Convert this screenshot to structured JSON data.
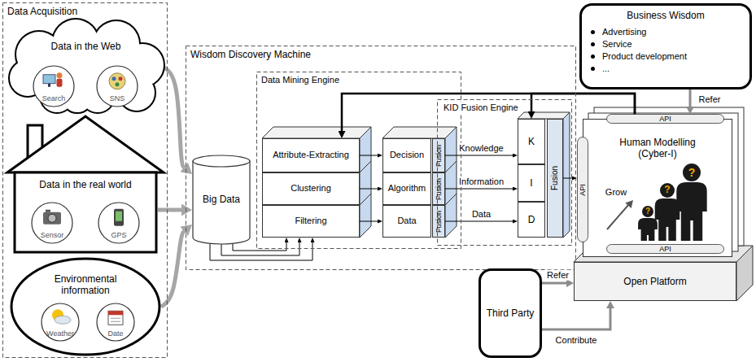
{
  "diagram": {
    "nodes": [
      {
        "text": [
          "Data Acquisition"
        ]
      },
      {
        "text": [
          "Data in the Web"
        ],
        "in": 0
      },
      {
        "text": [
          "Search"
        ],
        "in": 1
      },
      {
        "text": [
          "SNS"
        ],
        "in": 1
      },
      {
        "text": [
          "Data in the real world"
        ],
        "in": 0
      },
      {
        "text": [
          "Sensor"
        ],
        "in": 4
      },
      {
        "text": [
          "GPS"
        ],
        "in": 4
      },
      {
        "text": [
          "Environmental information"
        ],
        "in": 0
      },
      {
        "text": [
          "Weather"
        ],
        "in": 7
      },
      {
        "text": [
          "Date"
        ],
        "in": 7
      },
      {
        "text": [
          "Wisdom Discovery Machine"
        ]
      },
      {
        "text": [
          "Big Data"
        ],
        "in": 10
      },
      {
        "text": [
          "Data Mining Engine"
        ],
        "in": 10
      },
      {
        "text": [
          "Attribute-Extracting"
        ],
        "in": 12
      },
      {
        "text": [
          "Clustering"
        ],
        "in": 12
      },
      {
        "text": [
          "Filtering"
        ],
        "in": 12
      },
      {
        "text": [
          "Decision"
        ],
        "in": 12
      },
      {
        "text": [
          "Algorithm"
        ],
        "in": 12
      },
      {
        "text": [
          "Data"
        ],
        "in": 12
      },
      {
        "text": [
          "Fusion"
        ],
        "in": 12
      },
      {
        "text": [
          "Fusion"
        ],
        "in": 12
      },
      {
        "text": [
          "Fusion"
        ],
        "in": 12
      },
      {
        "text": [
          "KID Fusion Engine"
        ],
        "in": 10
      },
      {
        "text": [
          "K"
        ],
        "in": 22
      },
      {
        "text": [
          "I"
        ],
        "in": 22
      },
      {
        "text": [
          "D"
        ],
        "in": 22
      },
      {
        "text": [
          "Fusion"
        ],
        "in": 22
      },
      {
        "text": [
          "Business Wisdom",
          "Advertising",
          "Service",
          "Product development",
          "..."
        ]
      },
      {
        "text": [
          "Human Modelling (Cyber-I)"
        ]
      },
      {
        "text": [
          "API"
        ],
        "in": 28
      },
      {
        "text": [
          "API"
        ],
        "in": 28
      },
      {
        "text": [
          "API"
        ],
        "in": 28
      },
      {
        "text": [
          "Open Platform"
        ]
      },
      {
        "text": [
          "Third Party"
        ]
      }
    ],
    "edges": [
      {
        "from": 1,
        "to": 11,
        "arrow": "to"
      },
      {
        "from": 4,
        "to": 11,
        "arrow": "to"
      },
      {
        "from": 7,
        "to": 11,
        "arrow": "to"
      },
      {
        "from": 11,
        "to": 15,
        "arrow": "to"
      },
      {
        "from": 11,
        "to": 15,
        "arrow": "to"
      },
      {
        "from": 11,
        "to": 15,
        "arrow": "to"
      },
      {
        "from": 13,
        "to": 16,
        "arrow": "to"
      },
      {
        "from": 14,
        "to": 17,
        "arrow": "to"
      },
      {
        "from": 15,
        "to": 18,
        "arrow": "to"
      },
      {
        "from": 19,
        "to": 23,
        "label": "Knowledge",
        "arrow": "to"
      },
      {
        "from": 20,
        "to": 24,
        "label": "Information",
        "arrow": "to"
      },
      {
        "from": 21,
        "to": 25,
        "label": "Data",
        "arrow": "to"
      },
      {
        "from": 26,
        "to": 30,
        "arrow": "to"
      },
      {
        "from": 28,
        "to": 13,
        "arrow": "to"
      },
      {
        "from": 28,
        "to": 23,
        "arrow": "to"
      },
      {
        "from": 27,
        "to": 29,
        "label": "Refer",
        "arrow": "to"
      },
      {
        "from": 33,
        "to": 32,
        "label": "Refer",
        "arrow": "to"
      },
      {
        "from": 33,
        "to": 32,
        "label": "Contribute",
        "arrow": "to"
      }
    ],
    "labels": [
      "Grow",
      "?",
      "?",
      "?"
    ]
  }
}
